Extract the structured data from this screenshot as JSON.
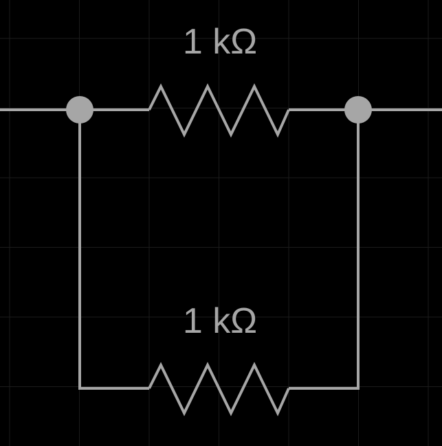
{
  "diagram": {
    "type": "circuit-schematic",
    "background_color": "#000000",
    "grid_color": "#1c1c1c",
    "wire_color": "#a6a6a6",
    "node_color": "#a6a6a6",
    "text_color": "#a6a6a6",
    "components": [
      {
        "id": "R1",
        "kind": "resistor",
        "label": "1 kΩ"
      },
      {
        "id": "R2",
        "kind": "resistor",
        "label": "1 kΩ"
      }
    ],
    "nodes": [
      {
        "id": "node-left"
      },
      {
        "id": "node-right"
      }
    ]
  }
}
